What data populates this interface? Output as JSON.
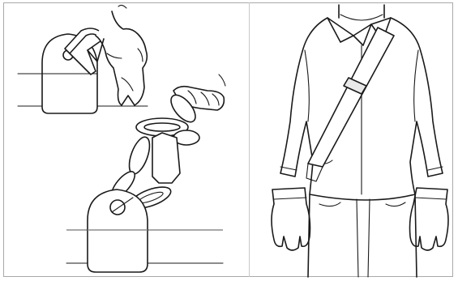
{
  "figure": {
    "panels": [
      {
        "id": "left",
        "subject": "chain-link-illustration"
      },
      {
        "id": "right",
        "subject": "person-with-shoulder-strap"
      }
    ],
    "colors": {
      "ink": "#1a1a1a",
      "frame": "#a9a9a9",
      "shade": "#e9e9e9"
    }
  }
}
